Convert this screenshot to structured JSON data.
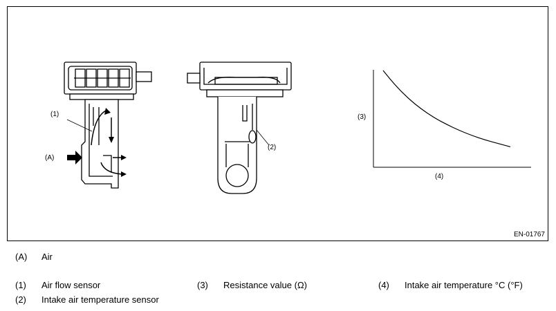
{
  "figure": {
    "code": "EN-01767",
    "callouts": {
      "sensor_1": "(1)",
      "sensor_2": "(2)",
      "air_a": "(A)",
      "axis_3": "(3)",
      "axis_4": "(4)"
    }
  },
  "legend": {
    "items": [
      {
        "key": "(A)",
        "text": "Air"
      },
      {
        "key": "(1)",
        "text": "Air flow sensor"
      },
      {
        "key": "(2)",
        "text": "Intake air temperature sensor"
      },
      {
        "key": "(3)",
        "text": "Resistance value (Ω)"
      },
      {
        "key": "(4)",
        "text": "Intake air temperature °C (°F)"
      }
    ]
  },
  "chart_data": {
    "type": "line",
    "ylabel": "(3)",
    "xlabel": "(4)",
    "series": [
      {
        "x": [
          0,
          0.1,
          0.2,
          0.3,
          0.4,
          0.5,
          0.6,
          0.7,
          0.8,
          0.9,
          1.0
        ],
        "y": [
          1.0,
          0.82,
          0.67,
          0.55,
          0.45,
          0.37,
          0.3,
          0.24,
          0.19,
          0.15,
          0.11
        ]
      }
    ],
    "xlim": [
      0,
      1
    ],
    "ylim": [
      0,
      1
    ],
    "grid": false
  }
}
